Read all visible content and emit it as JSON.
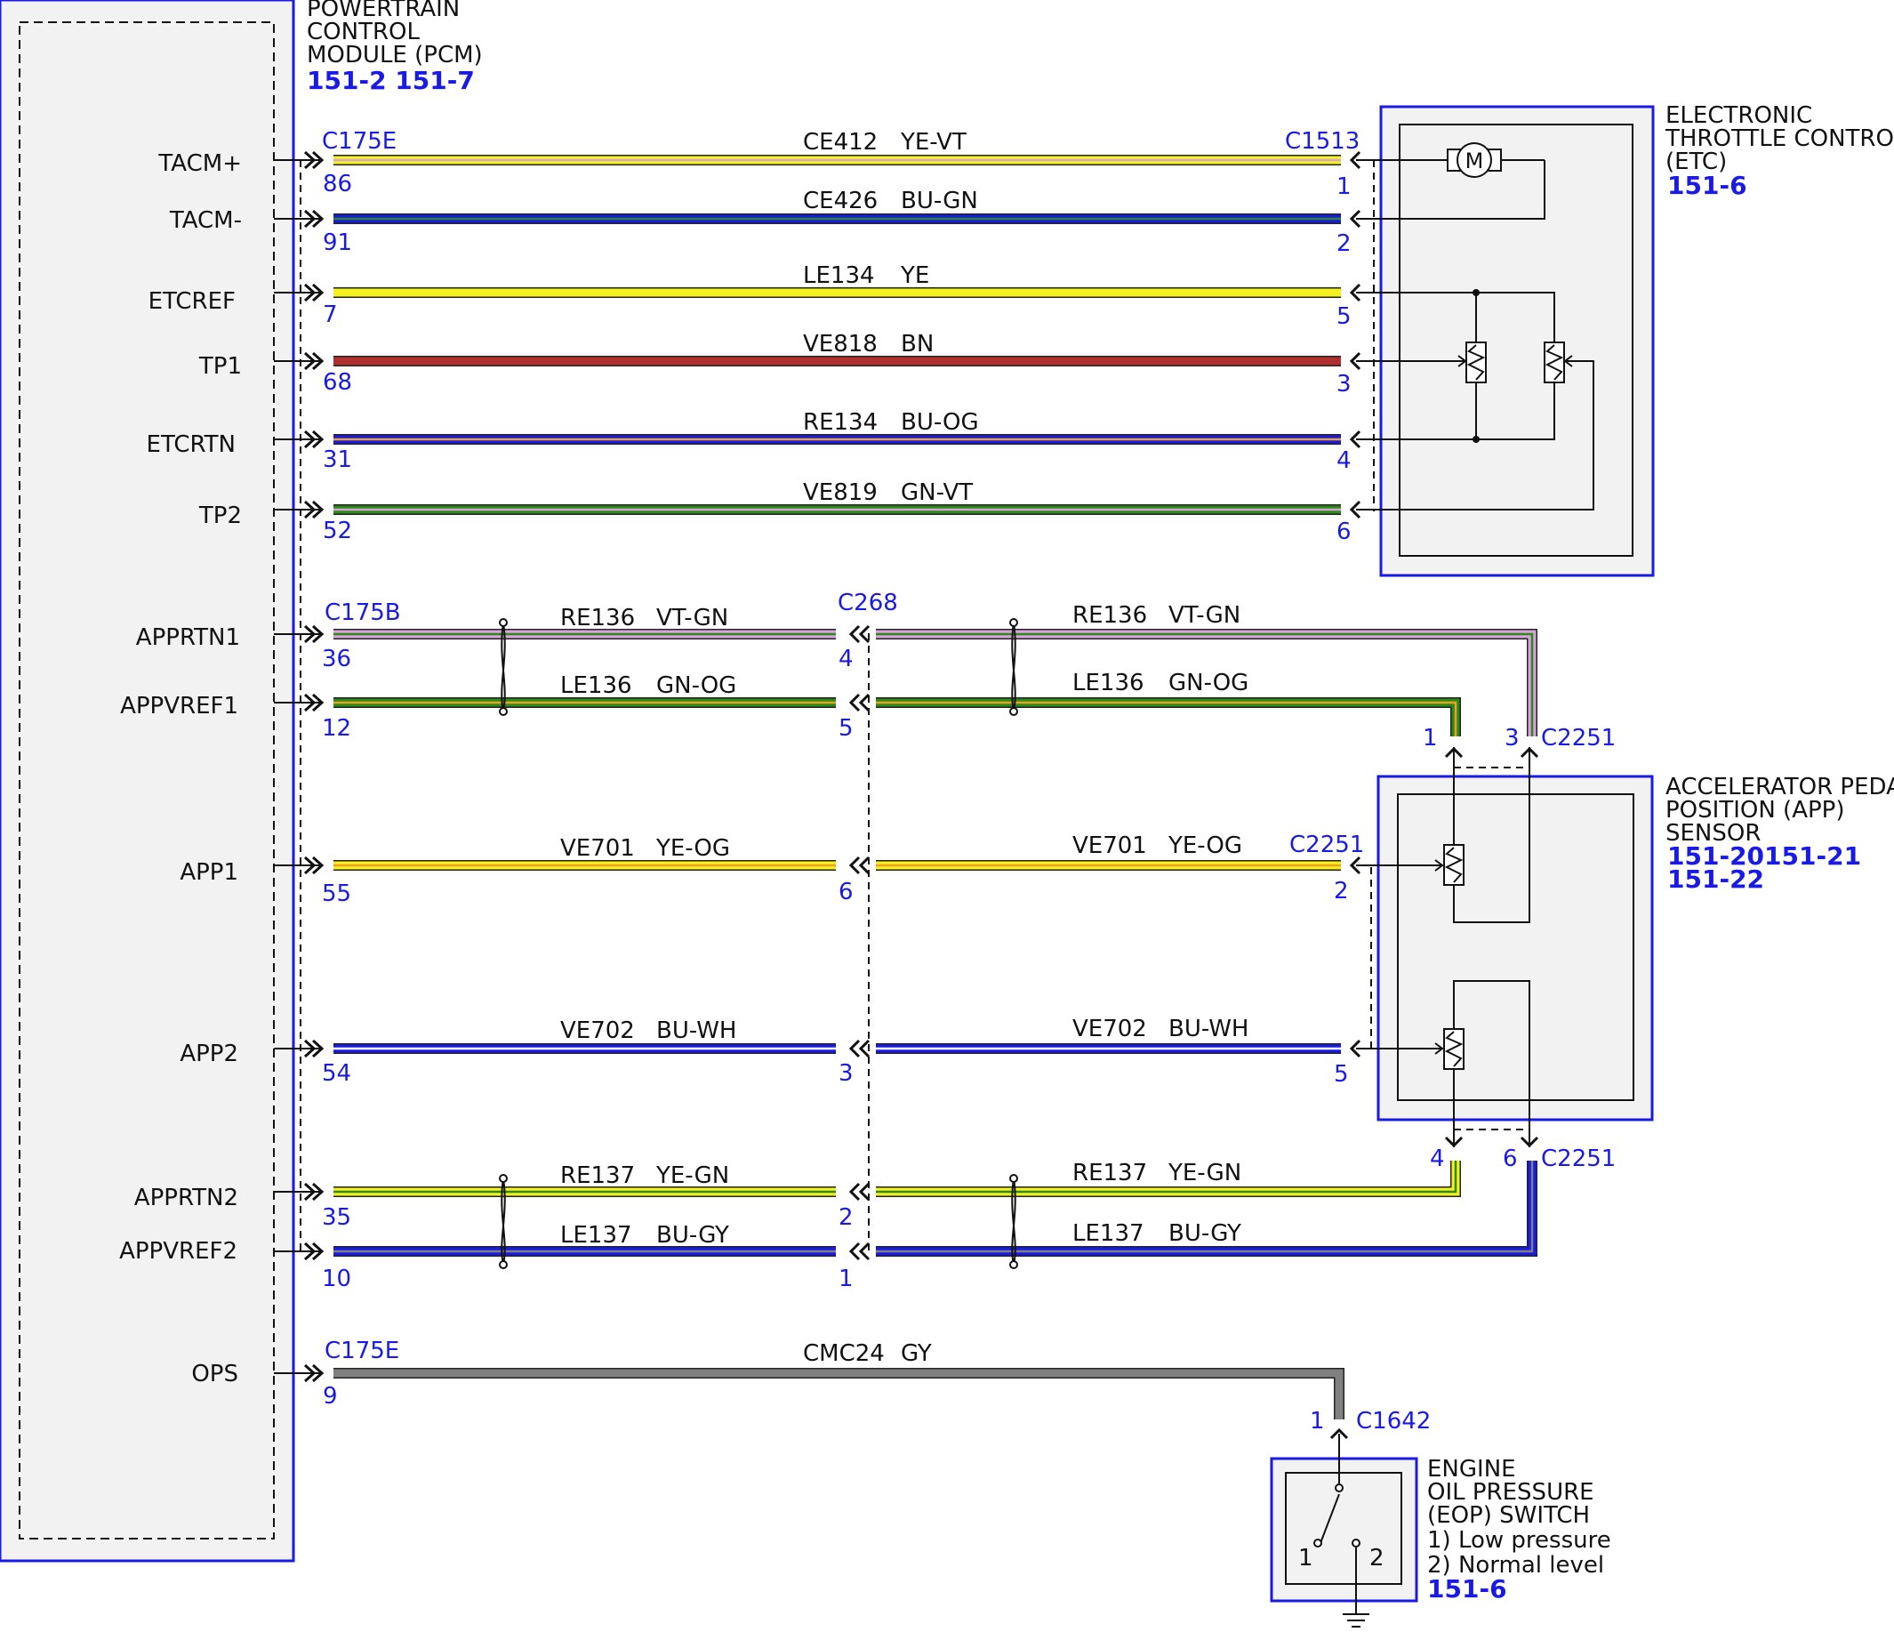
{
  "colors": {
    "YE": "#f5f01f",
    "VT": "#d9a3d9",
    "BU": "#1a1ae6",
    "GN": "#2a8a1a",
    "BN": "#b03030",
    "GY": "#808080",
    "OG": "#f0a020",
    "WH": "#ffffff",
    "box_fill": "#f2f2f2",
    "box_stroke": "#1a1ae6",
    "label_blue": "#1a1ae6"
  },
  "pcm": {
    "title_lines": [
      "POWERTRAIN",
      "CONTROL",
      "MODULE (PCM)"
    ],
    "refs": "151-2 151-7"
  },
  "etc": {
    "title_lines": [
      "ELECTRONIC",
      "THROTTLE CONTROL",
      "(ETC)"
    ],
    "ref": "151-6",
    "motor_symbol": "M"
  },
  "app": {
    "title_lines": [
      "ACCELERATOR PEDAL",
      "POSITION (APP)",
      "SENSOR"
    ],
    "ref_lines": [
      "151-20151-21",
      "151-22"
    ]
  },
  "eop": {
    "title_lines": [
      "ENGINE",
      "OIL PRESSURE",
      "(EOP) SWITCH",
      "1) Low pressure",
      "2) Normal level"
    ],
    "ref": "151-6",
    "contact_labels": [
      "1",
      "2"
    ]
  },
  "connectors": {
    "c175e_top": "C175E",
    "c175b": "C175B",
    "c175e_ops": "C175E",
    "c1513": "C1513",
    "c268": "C268",
    "c2251_upper": "C2251",
    "c2251_mid": "C2251",
    "c2251_lower": "C2251",
    "c1642": "C1642"
  },
  "etc_circuits": [
    {
      "pin_name": "TACM+",
      "circuit": "CE412",
      "color_code": "YE-VT",
      "pcm_pin": "86",
      "etc_pin": "1"
    },
    {
      "pin_name": "TACM-",
      "circuit": "CE426",
      "color_code": "BU-GN",
      "pcm_pin": "91",
      "etc_pin": "2"
    },
    {
      "pin_name": "ETCREF",
      "circuit": "LE134",
      "color_code": "YE",
      "pcm_pin": "7",
      "etc_pin": "5"
    },
    {
      "pin_name": "TP1",
      "circuit": "VE818",
      "color_code": "BN",
      "pcm_pin": "68",
      "etc_pin": "3"
    },
    {
      "pin_name": "ETCRTN",
      "circuit": "RE134",
      "color_code": "BU-OG",
      "pcm_pin": "31",
      "etc_pin": "4"
    },
    {
      "pin_name": "TP2",
      "circuit": "VE819",
      "color_code": "GN-VT",
      "pcm_pin": "52",
      "etc_pin": "6"
    }
  ],
  "app_circuits": [
    {
      "pin_name": "APPRTN1",
      "circuit": "RE136",
      "color_code": "VT-GN",
      "pcm_pin": "36",
      "c268_pin": "4",
      "app_pin": "3"
    },
    {
      "pin_name": "APPVREF1",
      "circuit": "LE136",
      "color_code": "GN-OG",
      "pcm_pin": "12",
      "c268_pin": "5",
      "app_pin": "1"
    },
    {
      "pin_name": "APP1",
      "circuit": "VE701",
      "color_code": "YE-OG",
      "pcm_pin": "55",
      "c268_pin": "6",
      "app_pin": "2"
    },
    {
      "pin_name": "APP2",
      "circuit": "VE702",
      "color_code": "BU-WH",
      "pcm_pin": "54",
      "c268_pin": "3",
      "app_pin": "5"
    },
    {
      "pin_name": "APPRTN2",
      "circuit": "RE137",
      "color_code": "YE-GN",
      "pcm_pin": "35",
      "c268_pin": "2",
      "app_pin": "4"
    },
    {
      "pin_name": "APPVREF2",
      "circuit": "LE137",
      "color_code": "BU-GY",
      "pcm_pin": "10",
      "c268_pin": "1",
      "app_pin": "6"
    }
  ],
  "ops_circuit": {
    "pin_name": "OPS",
    "circuit": "CMC24",
    "color_code": "GY",
    "pcm_pin": "9",
    "eop_pin": "1"
  }
}
